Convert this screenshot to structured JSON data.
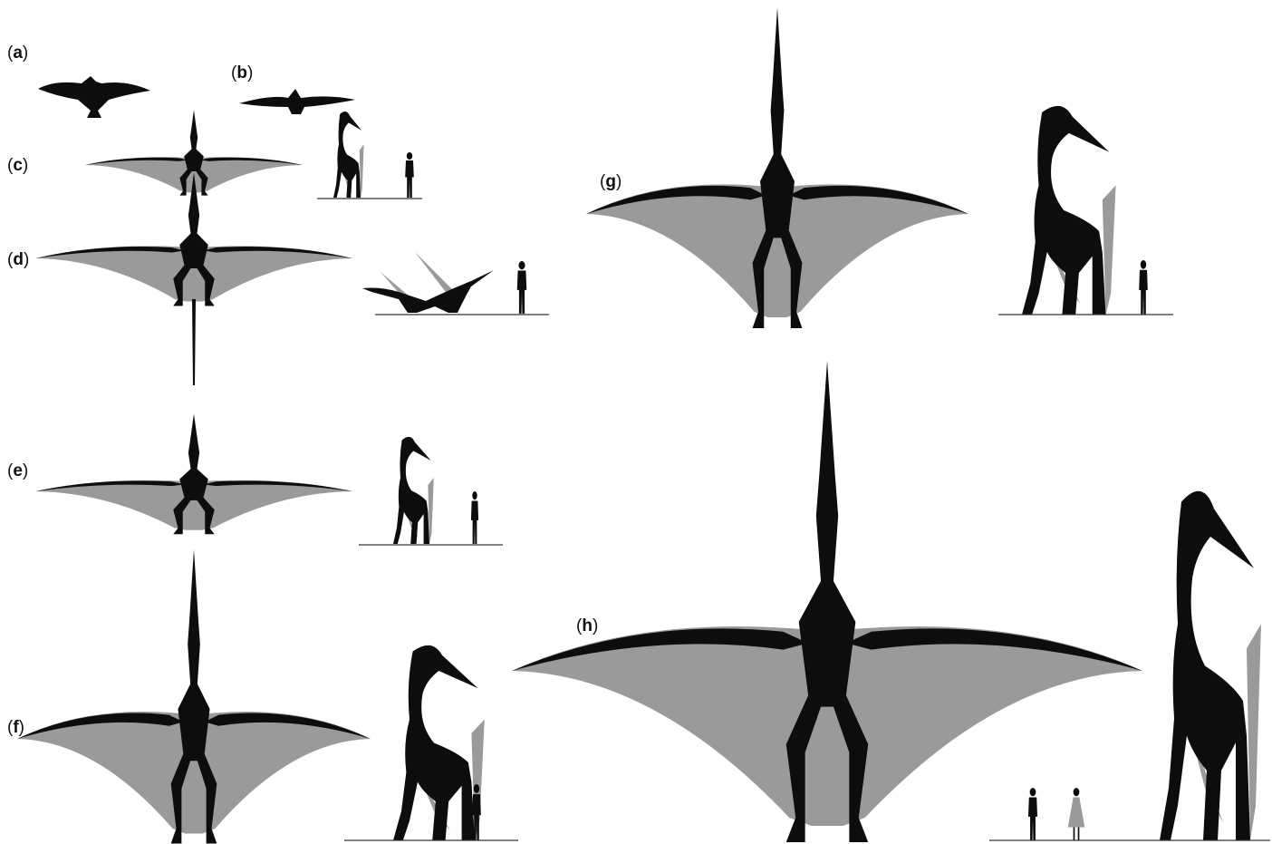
{
  "panels": [
    {
      "id": "a",
      "label": "a"
    },
    {
      "id": "b",
      "label": "b"
    },
    {
      "id": "c",
      "label": "c"
    },
    {
      "id": "d",
      "label": "d"
    },
    {
      "id": "e",
      "label": "e"
    },
    {
      "id": "f",
      "label": "f"
    },
    {
      "id": "g",
      "label": "g"
    },
    {
      "id": "h",
      "label": "h"
    }
  ],
  "colors": {
    "silhouette": "#0d0d0d",
    "wing_membrane": "#9a9a9a",
    "background": "#ffffff"
  }
}
